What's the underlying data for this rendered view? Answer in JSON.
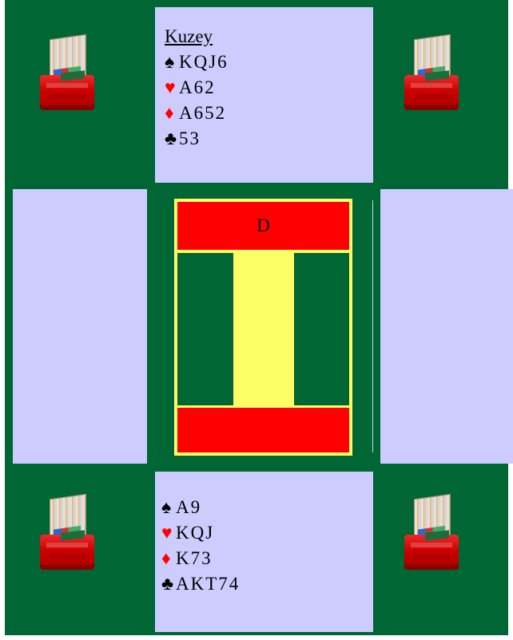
{
  "north": {
    "name": "Kuzey",
    "spades": "KQJ6",
    "hearts": "A62",
    "diamonds": "A652",
    "clubs": "53"
  },
  "south": {
    "spades": "A9",
    "hearts": "KQJ",
    "diamonds": "K73",
    "clubs": "AKT74"
  },
  "board": {
    "dealer": "D"
  },
  "suit_symbols": {
    "spade": "♠",
    "heart": "♥",
    "diamond": "♦",
    "club": "♣"
  },
  "colors": {
    "felt": "#006633",
    "panel": "#ccccff",
    "board_red": "#ff0000",
    "board_yellow": "#ffff66",
    "red_suit": "#ff0000"
  },
  "icons": [
    "bridge-board-holder-icon"
  ]
}
